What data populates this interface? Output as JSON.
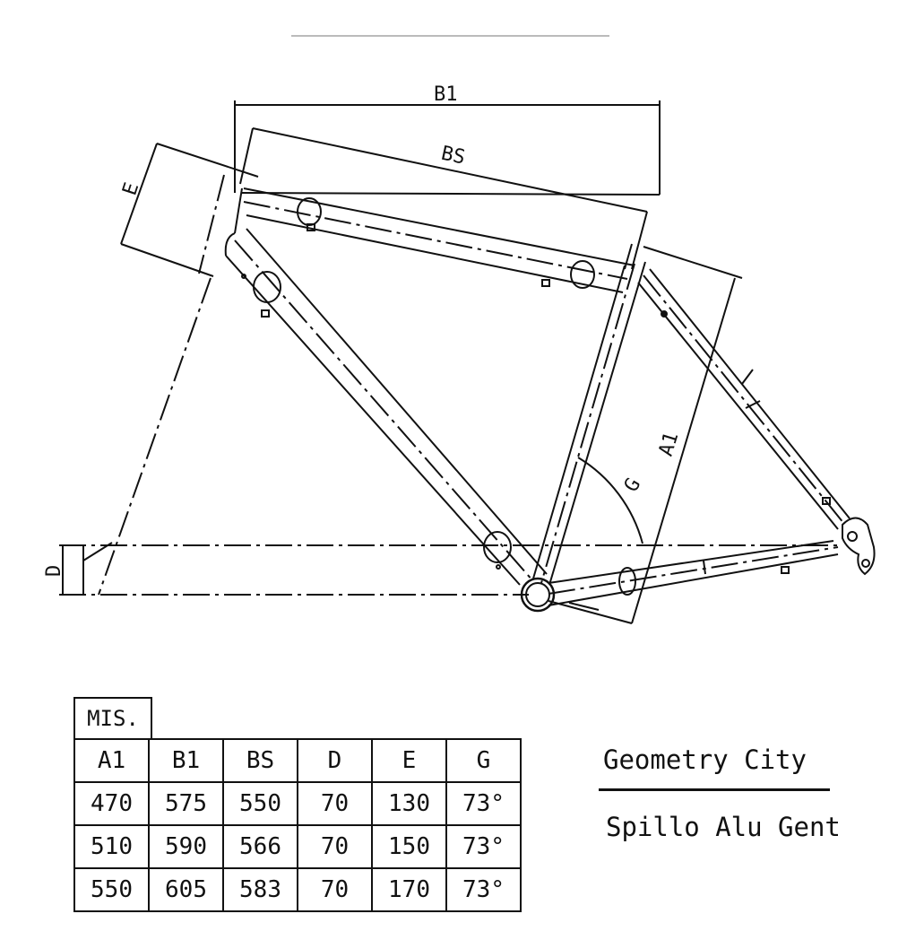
{
  "drawing": {
    "labels": {
      "b1": "B1",
      "bs": "BS",
      "e": "E",
      "a1": "A1",
      "g": "G",
      "d": "D"
    }
  },
  "table": {
    "corner": "MIS.",
    "headers": [
      "A1",
      "B1",
      "BS",
      "D",
      "E",
      "G"
    ],
    "rows": [
      [
        "470",
        "575",
        "550",
        "70",
        "130",
        "73°"
      ],
      [
        "510",
        "590",
        "566",
        "70",
        "150",
        "73°"
      ],
      [
        "550",
        "605",
        "583",
        "70",
        "170",
        "73°"
      ]
    ]
  },
  "title": "Geometry City",
  "subtitle": "Spillo Alu Gent"
}
